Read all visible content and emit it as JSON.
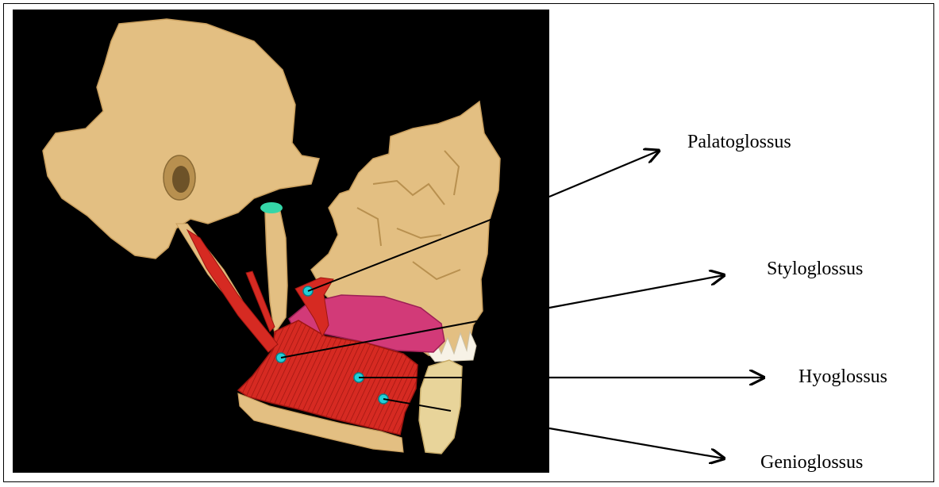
{
  "figure": {
    "background": "#000000",
    "colors": {
      "bone": "#e3bf82",
      "bone_shade": "#c99f5e",
      "muscle": "#d62a22",
      "muscle_dark": "#9e1510",
      "tongue": "#d23a78",
      "marker": "#22d0d8"
    }
  },
  "labels": [
    {
      "id": "palatoglossus",
      "text": "Palatoglossus"
    },
    {
      "id": "styloglossus",
      "text": "Styloglossus"
    },
    {
      "id": "hyoglossus",
      "text": "Hyoglossus"
    },
    {
      "id": "genioglossus",
      "text": "Genioglossus"
    }
  ]
}
